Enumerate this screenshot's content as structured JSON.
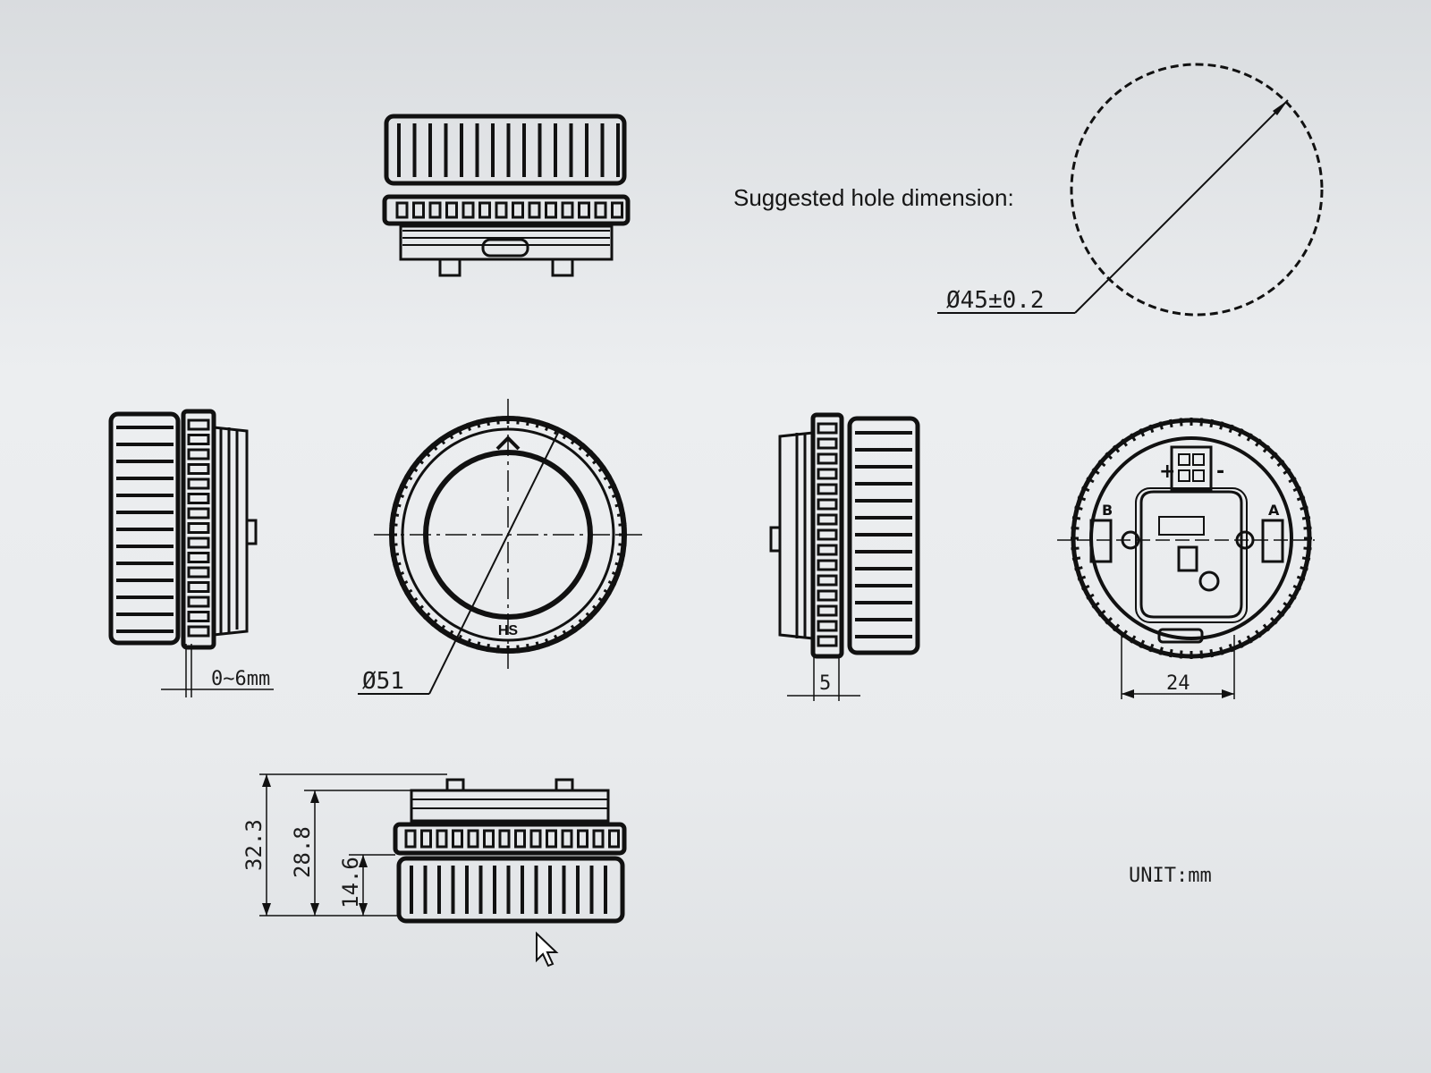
{
  "drawing": {
    "hole_caption": "Suggested hole dimension:",
    "hole_diameter": "Ø45±0.2",
    "outer_diameter": "Ø51",
    "panel_thickness": "0~6mm",
    "ring_width": "5",
    "connector_spacing": "24",
    "height_total": "32.3",
    "height_mid": "28.8",
    "height_knob": "14.6",
    "unit": "UNIT:mm",
    "rear_labels": {
      "plus": "+",
      "minus": "-",
      "terminal_a": "A",
      "terminal_b": "B"
    },
    "front_mark": "HS"
  },
  "colors": {
    "ink": "#111111",
    "paper": "#eceef0"
  }
}
